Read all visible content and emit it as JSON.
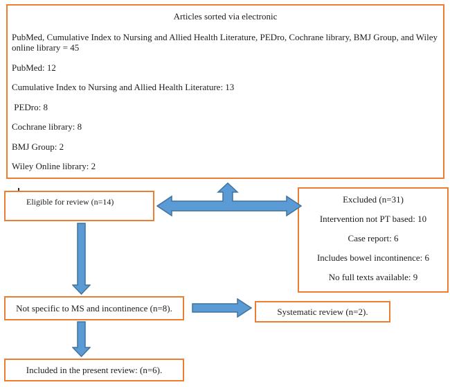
{
  "flowchart": {
    "colors": {
      "box_border": "#ED7D31",
      "arrow_fill": "#5B9BD5",
      "arrow_stroke": "#41719C",
      "text": "#1c1c1c"
    },
    "top_box": {
      "title": "Articles sorted via electronic",
      "lines": [
        "PubMed, Cumulative Index to Nursing and Allied Health Literature, PEDro, Cochrane library, BMJ Group, and Wiley online library = 45",
        "PubMed: 12",
        "Cumulative Index to Nursing and Allied Health Literature: 13",
        " PEDro: 8",
        "Cochrane library: 8",
        "BMJ Group: 2",
        "Wiley Online library: 2"
      ]
    },
    "eligible_box": {
      "label": "Eligible for review (n=14)"
    },
    "excluded_box": {
      "title": "Excluded (n=31)",
      "lines": [
        "Intervention not PT based: 10",
        "Case report: 6",
        "Includes bowel incontinence: 6",
        "No full texts available: 9"
      ]
    },
    "not_specific_box": {
      "label": "Not specific to MS and incontinence (n=8)."
    },
    "systematic_box": {
      "label": "Systematic review (n=2)."
    },
    "included_box": {
      "label": "Included in the present review: (n=6)."
    }
  }
}
